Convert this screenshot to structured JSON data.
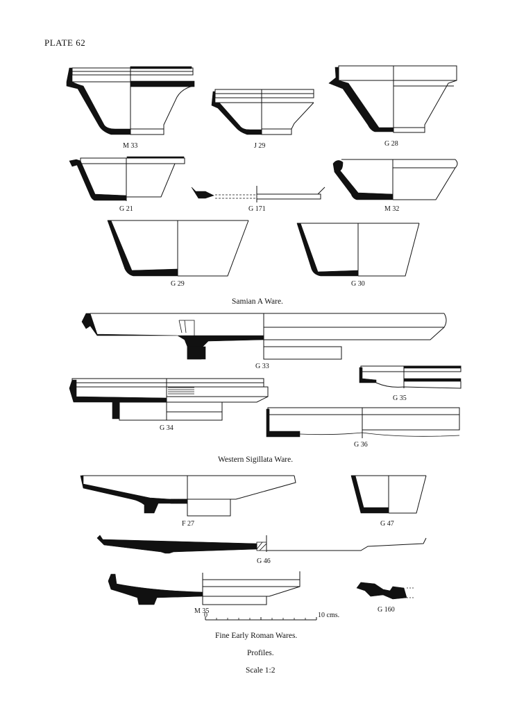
{
  "plate": {
    "title": "PLATE 62"
  },
  "vessels": {
    "m33": "M 33",
    "j29": "J 29",
    "g28": "G 28",
    "g21": "G 21",
    "g171": "G 171",
    "m32": "M 32",
    "g29": "G 29",
    "g30": "G 30",
    "g33": "G 33",
    "g35": "G 35",
    "g34": "G 34",
    "g36": "G 36",
    "f27": "F 27",
    "g47": "G 47",
    "g46": "G 46",
    "m35": "M 35",
    "g160": "G 160"
  },
  "sections": {
    "samian": "Samian A Ware.",
    "western": "Western Sigillata Ware.",
    "fine": "Fine Early Roman Wares."
  },
  "footer": {
    "profiles": "Profiles.",
    "scale": "Scale 1:2"
  },
  "scale_bar": {
    "zero": "0",
    "end": "10 cms."
  }
}
